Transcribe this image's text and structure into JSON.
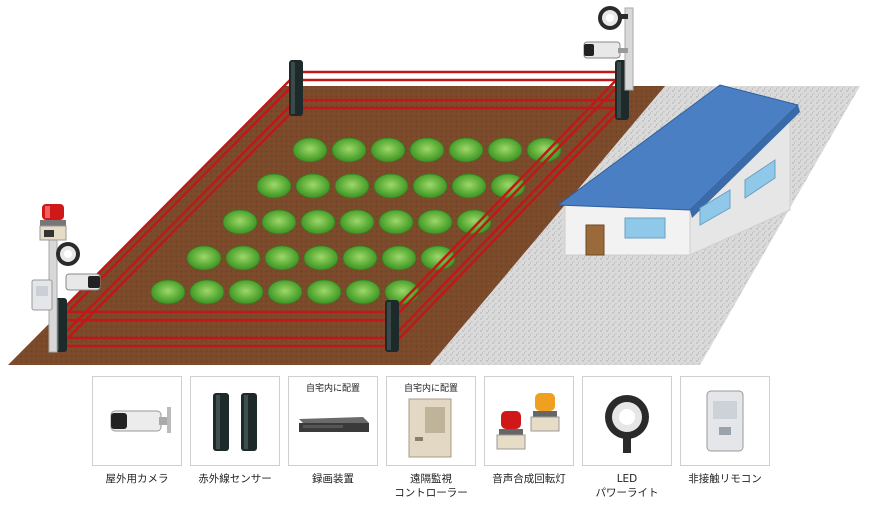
{
  "legend": {
    "items": [
      {
        "label": "屋外用カメラ",
        "note": "",
        "icon": "outdoor-camera-icon"
      },
      {
        "label": "赤外線センサー",
        "note": "",
        "icon": "infrared-sensor-icon"
      },
      {
        "label": "録画装置",
        "note": "自宅内に配置",
        "icon": "recorder-icon"
      },
      {
        "label": "遠隔監視コントローラー",
        "label_line1": "遠隔監視",
        "label_line2": "コントローラー",
        "note": "自宅内に配置",
        "icon": "remote-controller-icon"
      },
      {
        "label": "音声合成回転灯",
        "note": "",
        "icon": "rotating-light-icon"
      },
      {
        "label": "LEDパワーライト",
        "label_line1": "LED",
        "label_line2": "パワーライト",
        "note": "",
        "icon": "led-light-icon"
      },
      {
        "label": "非接触リモコン",
        "note": "",
        "icon": "contactless-remote-icon"
      }
    ]
  },
  "colors": {
    "field": "#7a4a2a",
    "beam": "#c01818",
    "cabbage": "#5fb03a",
    "roof": "#4a7fc4",
    "gravel": "#d8d8d8"
  }
}
